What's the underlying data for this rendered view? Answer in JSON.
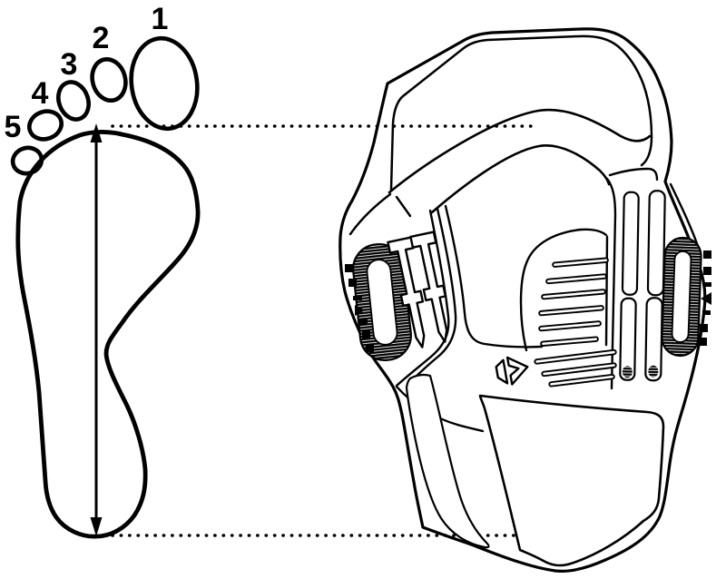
{
  "diagram": {
    "background_color": "#ffffff",
    "line_color": "#000000",
    "toes": [
      {
        "label": "1"
      },
      {
        "label": "2"
      },
      {
        "label": "3"
      },
      {
        "label": "4"
      },
      {
        "label": "5"
      }
    ],
    "icons": {
      "measurement_arrow": "double-headed-vertical-arrow",
      "toe_guide_line": "dotted-horizontal-line",
      "heel_guide_line": "dotted-horizontal-line",
      "brand_logo": "duotone-double-chevron-logo",
      "left_size_scale_marker": "triangle-right",
      "right_size_scale_marker": "triangle-left"
    }
  }
}
